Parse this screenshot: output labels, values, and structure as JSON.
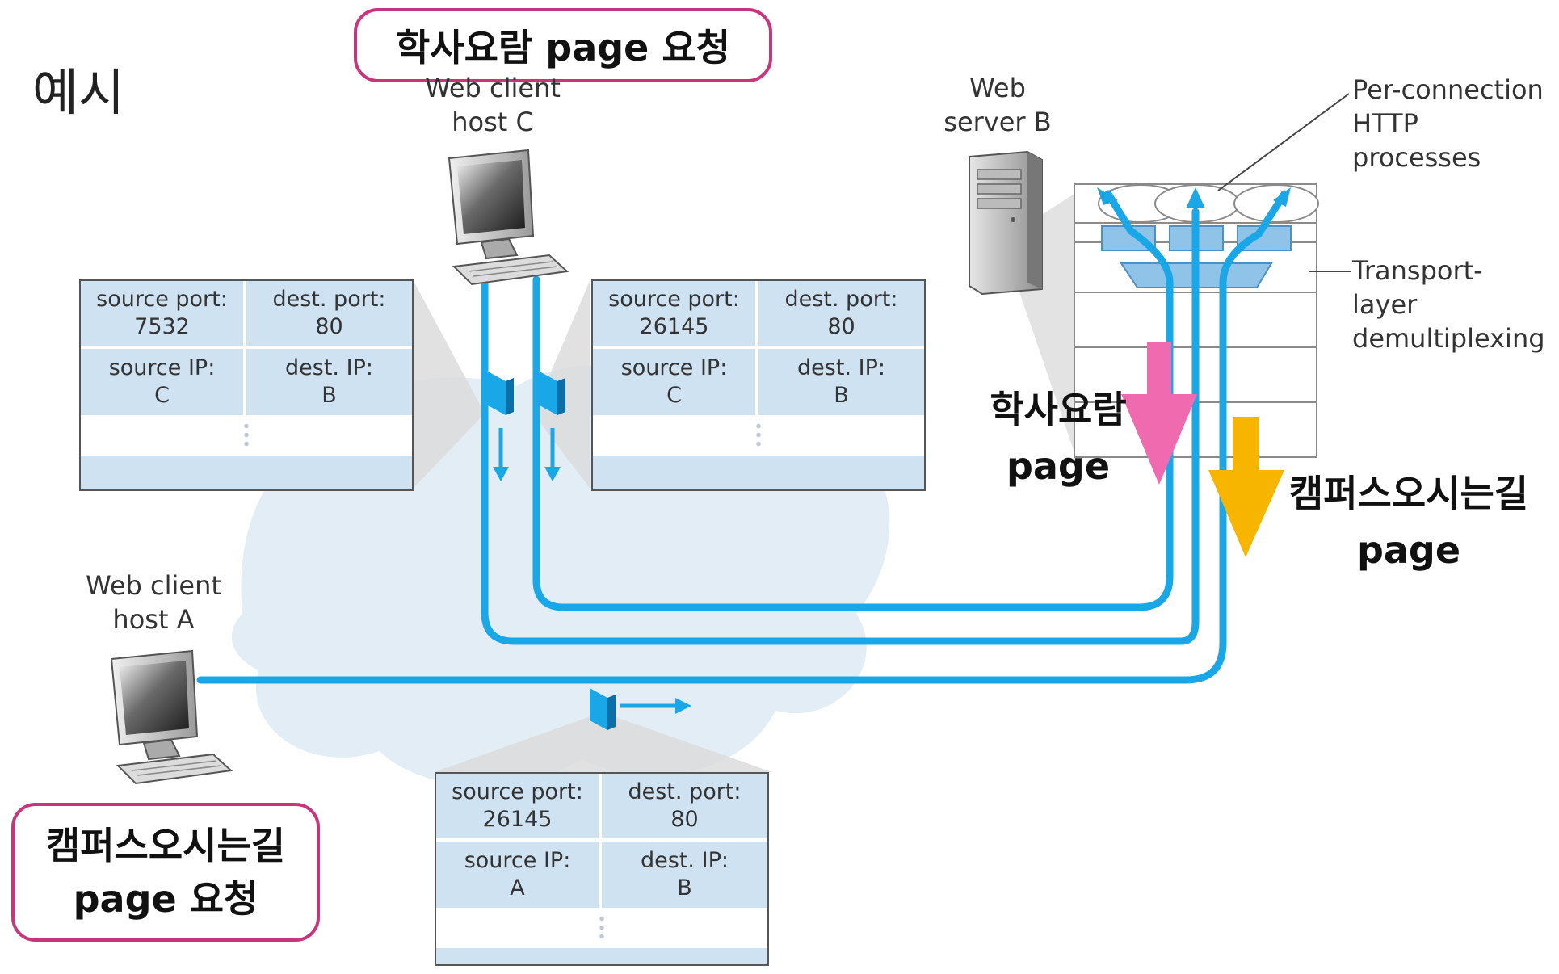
{
  "page": {
    "example_label": "예시"
  },
  "bubbles": {
    "top": {
      "line1": "학사요람 page 요청"
    },
    "bottom": {
      "line1": "캠퍼스오시는길",
      "line2": "page 요청"
    }
  },
  "hosts": {
    "client_c": {
      "line1": "Web client",
      "line2": "host C"
    },
    "client_a": {
      "line1": "Web client",
      "line2": "host A"
    },
    "server_b": {
      "line1": "Web",
      "line2": "server B"
    }
  },
  "server_labels": {
    "per_connection": [
      "Per-connection",
      "HTTP",
      "processes"
    ],
    "transport": [
      "Transport-",
      "layer",
      "demultiplexing"
    ]
  },
  "segments": {
    "c_left": {
      "source_port_label": "source port:",
      "source_port": "7532",
      "dest_port_label": "dest. port:",
      "dest_port": "80",
      "source_ip_label": "source IP:",
      "source_ip": "C",
      "dest_ip_label": "dest. IP:",
      "dest_ip": "B"
    },
    "c_right": {
      "source_port_label": "source port:",
      "source_port": "26145",
      "dest_port_label": "dest. port:",
      "dest_port": "80",
      "source_ip_label": "source IP:",
      "source_ip": "C",
      "dest_ip_label": "dest. IP:",
      "dest_ip": "B"
    },
    "a_bottom": {
      "source_port_label": "source port:",
      "source_port": "26145",
      "dest_port_label": "dest. port:",
      "dest_port": "80",
      "source_ip_label": "source IP:",
      "source_ip": "A",
      "dest_ip_label": "dest. IP:",
      "dest_ip": "B"
    }
  },
  "responses": {
    "pink": {
      "line1": "학사요람",
      "line2": "page"
    },
    "yellow": {
      "line1": "캠퍼스오시는길",
      "line2": "page"
    }
  },
  "colors": {
    "flow": "#1aa7e8",
    "pink": "#f06ab0",
    "yellow": "#f7b500",
    "bubble_border": "#c8357a",
    "cloud": "#e3edf6",
    "packet": "#cfe2f1"
  }
}
